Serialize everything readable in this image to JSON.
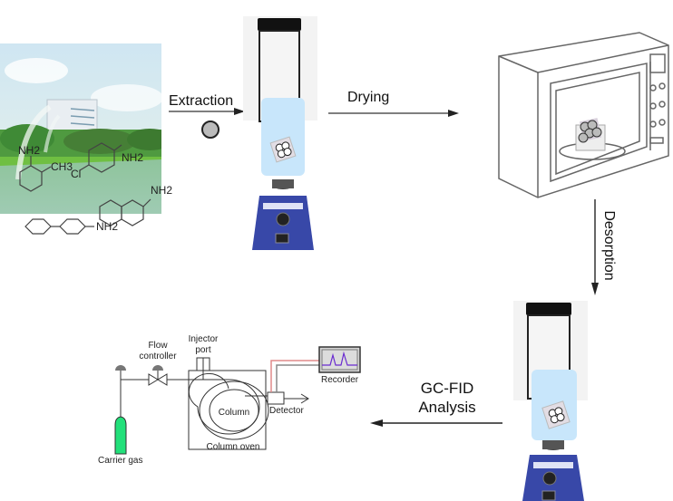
{
  "steps": {
    "extraction": "Extraction",
    "drying": "Drying",
    "desorption": "Desorption",
    "analysis_line1": "GC-FID",
    "analysis_line2": "Analysis"
  },
  "sample_scene": {
    "compounds": [
      {
        "name": "o-toluidine",
        "labels": [
          "NH2",
          "CH3"
        ]
      },
      {
        "name": "4-chloroaniline",
        "labels": [
          "Cl",
          "NH2"
        ]
      },
      {
        "name": "2-naphthylamine",
        "labels": [
          "NH2"
        ]
      },
      {
        "name": "4-aminobiphenyl",
        "labels": [
          "NH2"
        ]
      }
    ]
  },
  "gc_diagram": {
    "flow_controller": [
      "Flow",
      "controller"
    ],
    "injector_port": [
      "Injector",
      "port"
    ],
    "column": "Column",
    "column_oven": "Column oven",
    "detector": "Detector",
    "recorder": "Recorder",
    "carrier_gas": "Carrier gas"
  },
  "colors": {
    "vial_liquid": "#c8e6fb",
    "vortex_body": "#3848a8",
    "gas_cylinder": "#22e07a",
    "recorder_signal": "#6a2bd0",
    "recorder_wire": "#e08a8a"
  }
}
